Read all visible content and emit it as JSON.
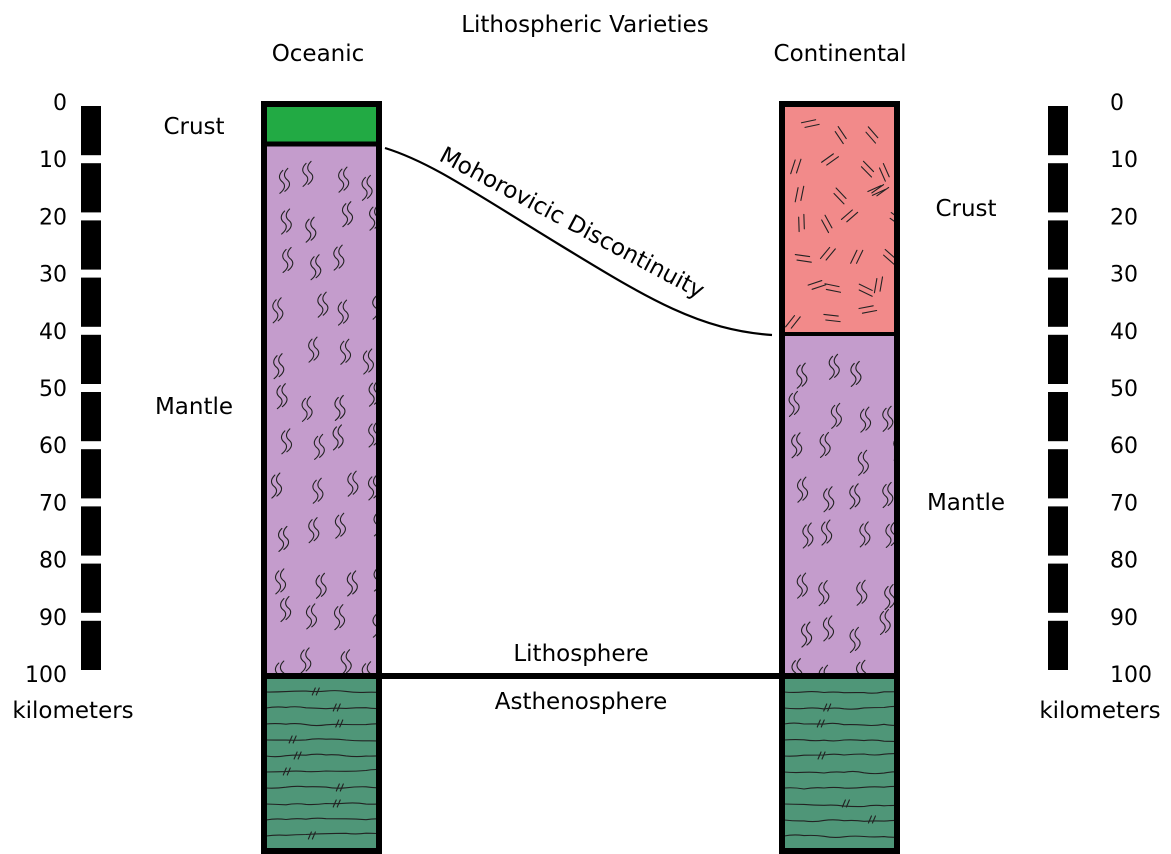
{
  "title": "Lithospheric Varieties",
  "columns": {
    "oceanic": {
      "label": "Oceanic",
      "crust_label": "Crust",
      "mantle_label": "Mantle",
      "crust_color": "#22aa44",
      "crust_base_km": 7
    },
    "continental": {
      "label": "Continental",
      "crust_label": "Crust",
      "mantle_label": "Mantle",
      "crust_color": "#f28a8a",
      "crust_base_km": 40
    }
  },
  "mantle_color": "#c49ccc",
  "asthenosphere_color": "#4f9678",
  "moho_label": "Mohorovicic Discontinuity",
  "lithosphere_label": "Lithosphere",
  "asthenosphere_label": "Asthenosphere",
  "lithosphere_base_km": 100,
  "scale": {
    "ticks": [
      "0",
      "10",
      "20",
      "30",
      "40",
      "50",
      "60",
      "70",
      "80",
      "90",
      "100"
    ],
    "unit_label": "kilometers"
  }
}
